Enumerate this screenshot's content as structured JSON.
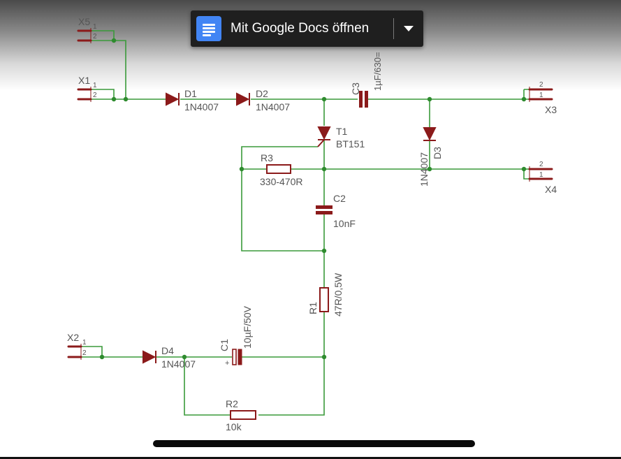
{
  "banner": {
    "label": "Mit Google Docs öffnen",
    "icon": "google-docs-icon",
    "menu_icon": "dropdown-caret-icon"
  },
  "colors": {
    "wire": "#3a9a3a",
    "junction": "#2e8b2e",
    "component": "#8b1a1a",
    "text": "#555555",
    "banner_bg": "#1f1f1f",
    "docs_blue": "#4285f4"
  },
  "schematic": {
    "connectors": [
      {
        "name": "X5",
        "pin1": "1",
        "pin2": "2"
      },
      {
        "name": "X1",
        "pin1": "1",
        "pin2": "2"
      },
      {
        "name": "X2",
        "pin1": "1",
        "pin2": "2"
      },
      {
        "name": "X3",
        "pin1": "1",
        "pin2": "2"
      },
      {
        "name": "X4",
        "pin1": "1",
        "pin2": "2"
      }
    ],
    "components": {
      "D1": {
        "ref": "D1",
        "value": "1N4007"
      },
      "D2": {
        "ref": "D2",
        "value": "1N4007"
      },
      "D3": {
        "ref": "D3",
        "value": "1N4007"
      },
      "D4": {
        "ref": "D4",
        "value": "1N4007"
      },
      "C1": {
        "ref": "C1",
        "value": "10µF/50V",
        "polarity": "+"
      },
      "C2": {
        "ref": "C2",
        "value": "10nF"
      },
      "C3": {
        "ref": "C3",
        "value": "1µF/630="
      },
      "R1": {
        "ref": "R1",
        "value": "47R/0,5W"
      },
      "R2": {
        "ref": "R2",
        "value": "10k"
      },
      "R3": {
        "ref": "R3",
        "value": "330-470R"
      },
      "T1": {
        "ref": "T1",
        "value": "BT151"
      }
    }
  }
}
